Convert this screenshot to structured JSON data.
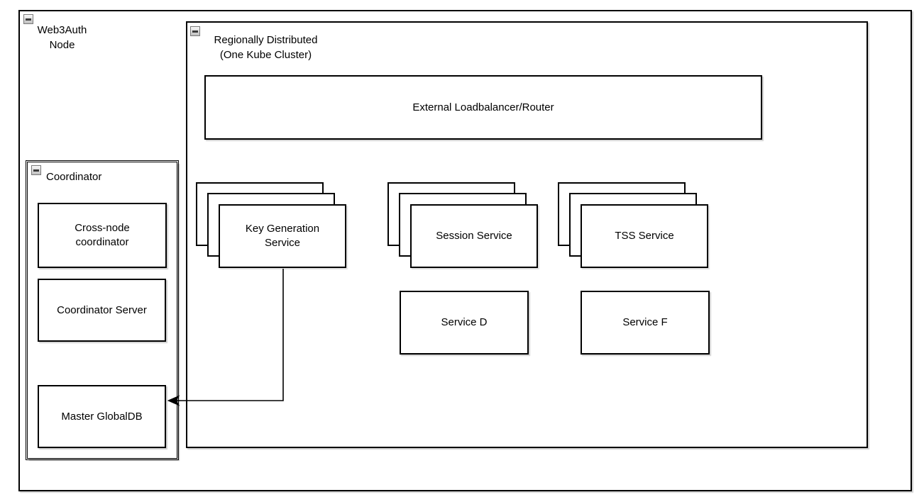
{
  "containers": {
    "web3auth": {
      "label": "Web3Auth Node"
    },
    "regional": {
      "label": "Regionally Distributed (One Kube Cluster)"
    },
    "coordinator": {
      "label": "Coordinator"
    }
  },
  "nodes": {
    "load_balancer": {
      "label": "External Loadbalancer/Router"
    },
    "key_generation": {
      "label": "Key Generation Service",
      "replicas": 3
    },
    "session_service": {
      "label": "Session Service",
      "replicas": 3
    },
    "tss_service": {
      "label": "TSS Service",
      "replicas": 3
    },
    "service_d": {
      "label": "Service D"
    },
    "service_f": {
      "label": "Service F"
    },
    "cross_node_coordinator": {
      "label": "Cross-node coordinator"
    },
    "coordinator_server": {
      "label": "Coordinator Server"
    },
    "master_globaldb": {
      "label": "Master GlobalDB"
    }
  },
  "icons": {
    "collapse": "minus-collapse-icon"
  },
  "edges": [
    {
      "from": "Key Generation Service",
      "to": "Master GlobalDB",
      "style": "orthogonal",
      "arrowhead": "filled-left"
    }
  ],
  "colors": {
    "shape_border": "#000000",
    "canvas_bg": "#ffffff",
    "shadow": "#c9c9c9",
    "collapse_button_bg": "#d9d9d9"
  }
}
